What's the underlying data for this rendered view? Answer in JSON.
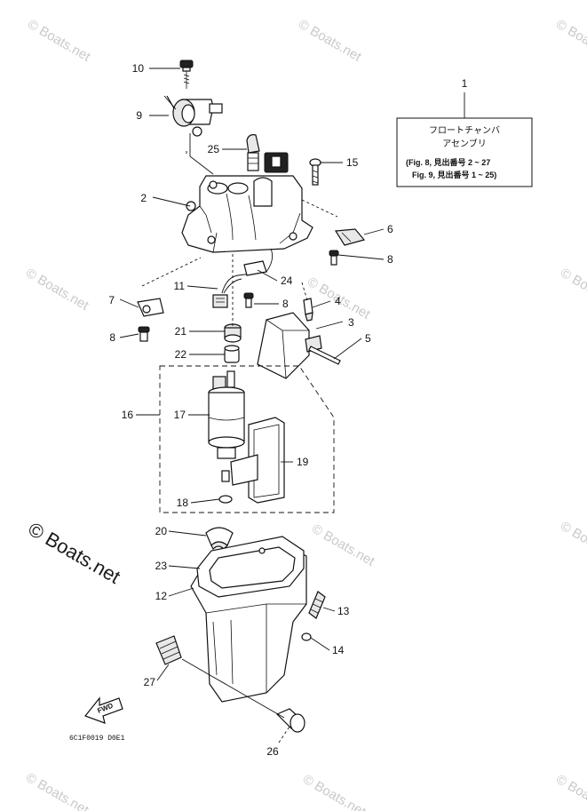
{
  "callouts": [
    "1",
    "2",
    "3",
    "4",
    "5",
    "6",
    "7",
    "8",
    "9",
    "10",
    "11",
    "12",
    "13",
    "14",
    "15",
    "16",
    "17",
    "18",
    "19",
    "20",
    "21",
    "22",
    "23",
    "24",
    "25",
    "26",
    "27"
  ],
  "note": {
    "line1": "フロートチャンバ",
    "line2": "アセンブリ",
    "line3": "(Fig. 8, 見出番号 2 ~ 27",
    "line4": "Fig. 9, 見出番号 1 ~ 25)"
  },
  "watermark": {
    "small": "© Boats.net",
    "large": "© Boats.net"
  },
  "fwd_label": "FWD",
  "drawing_code": "6C1F0019 D0E1"
}
